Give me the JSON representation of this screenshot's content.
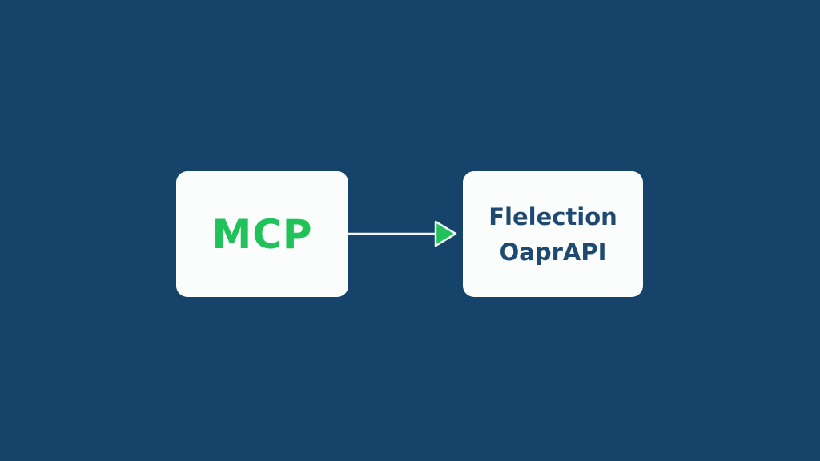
{
  "nodes": [
    {
      "label": "MCP",
      "color": "#22c25a"
    },
    {
      "lines": [
        "Flelection",
        "OaprAPI"
      ],
      "color": "#1e4a72"
    }
  ],
  "edge": {
    "from": "MCP",
    "to": "Flelection OaprAPI",
    "arrow_color": "#22c25a"
  },
  "background": "#15436a"
}
